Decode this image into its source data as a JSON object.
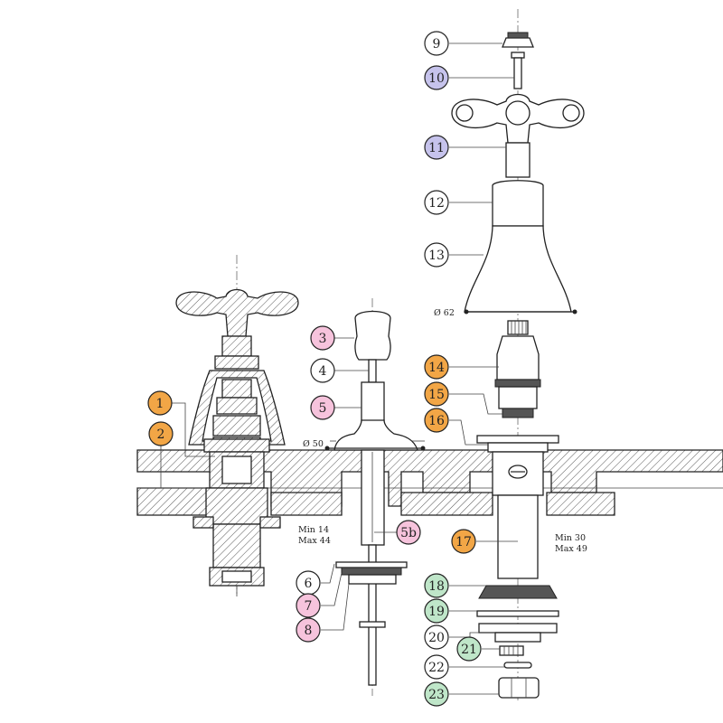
{
  "colors": {
    "orange": "#f2a646",
    "pink": "#f6c3dc",
    "lavender": "#c6c3ec",
    "green": "#bfe6c9",
    "white": "#ffffff",
    "outline": "#222222"
  },
  "callouts": [
    {
      "label": "1",
      "color": "orange"
    },
    {
      "label": "2",
      "color": "orange"
    },
    {
      "label": "3",
      "color": "pink"
    },
    {
      "label": "4",
      "color": "white"
    },
    {
      "label": "5",
      "color": "pink"
    },
    {
      "label": "5b",
      "color": "pink"
    },
    {
      "label": "6",
      "color": "white"
    },
    {
      "label": "7",
      "color": "pink"
    },
    {
      "label": "8",
      "color": "pink"
    },
    {
      "label": "9",
      "color": "white"
    },
    {
      "label": "10",
      "color": "lavender"
    },
    {
      "label": "11",
      "color": "lavender"
    },
    {
      "label": "12",
      "color": "white"
    },
    {
      "label": "13",
      "color": "white"
    },
    {
      "label": "14",
      "color": "orange"
    },
    {
      "label": "15",
      "color": "orange"
    },
    {
      "label": "16",
      "color": "orange"
    },
    {
      "label": "17",
      "color": "orange"
    },
    {
      "label": "18",
      "color": "green"
    },
    {
      "label": "19",
      "color": "green"
    },
    {
      "label": "20",
      "color": "white"
    },
    {
      "label": "21",
      "color": "green"
    },
    {
      "label": "22",
      "color": "white"
    },
    {
      "label": "23",
      "color": "green"
    }
  ],
  "dimensions": {
    "d50": "Ø 50",
    "d62": "Ø 62",
    "min_left": "Min 14",
    "max_left": "Max 44",
    "min_right": "Min 30",
    "max_right": "Max 49"
  }
}
